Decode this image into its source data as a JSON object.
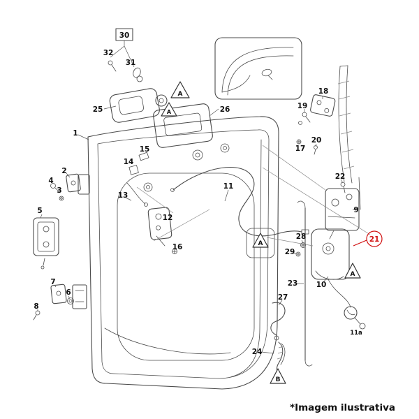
{
  "caption": "*Imagem ilustrativa",
  "warning": {
    "a": "A",
    "b": "B"
  },
  "colors": {
    "line": "#4b4b4b",
    "highlight": "#d11212",
    "background": "#ffffff",
    "label_text": "#111111"
  },
  "callouts": [
    {
      "id": "30",
      "text": "30"
    },
    {
      "id": "32",
      "text": "32"
    },
    {
      "id": "31",
      "text": "31"
    },
    {
      "id": "25",
      "text": "25"
    },
    {
      "id": "26",
      "text": "26"
    },
    {
      "id": "1",
      "text": "1"
    },
    {
      "id": "2",
      "text": "2"
    },
    {
      "id": "4",
      "text": "4"
    },
    {
      "id": "3",
      "text": "3"
    },
    {
      "id": "15",
      "text": "15"
    },
    {
      "id": "14",
      "text": "14"
    },
    {
      "id": "13",
      "text": "13"
    },
    {
      "id": "11",
      "text": "11"
    },
    {
      "id": "5",
      "text": "5"
    },
    {
      "id": "12",
      "text": "12"
    },
    {
      "id": "16",
      "text": "16"
    },
    {
      "id": "7",
      "text": "7"
    },
    {
      "id": "6",
      "text": "6"
    },
    {
      "id": "8",
      "text": "8"
    },
    {
      "id": "18",
      "text": "18"
    },
    {
      "id": "19",
      "text": "19"
    },
    {
      "id": "20",
      "text": "20"
    },
    {
      "id": "17",
      "text": "17"
    },
    {
      "id": "22",
      "text": "22"
    },
    {
      "id": "9",
      "text": "9"
    },
    {
      "id": "21",
      "text": "21",
      "highlighted": true
    },
    {
      "id": "28",
      "text": "28"
    },
    {
      "id": "29",
      "text": "29"
    },
    {
      "id": "23",
      "text": "23"
    },
    {
      "id": "10",
      "text": "10"
    },
    {
      "id": "27",
      "text": "27"
    },
    {
      "id": "24",
      "text": "24"
    },
    {
      "id": "11a",
      "text": "11a"
    }
  ]
}
